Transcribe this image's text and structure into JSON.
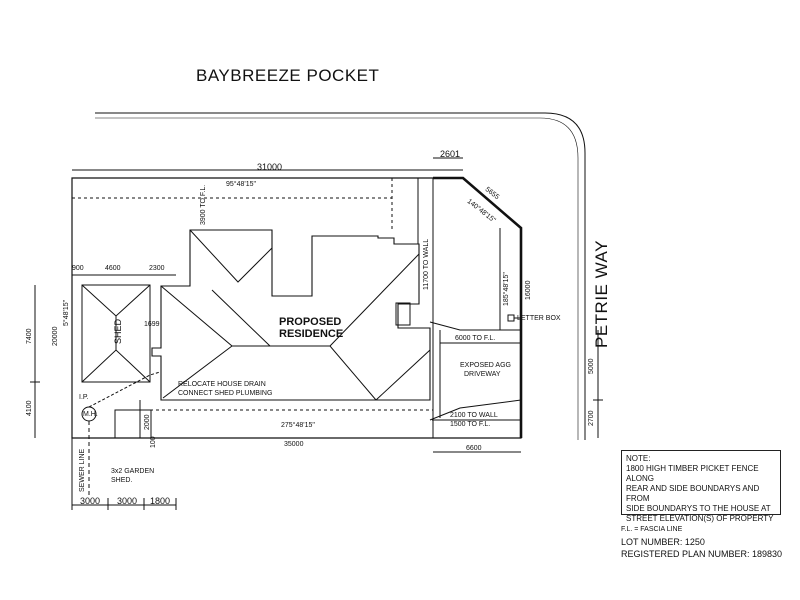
{
  "streets": {
    "north": "BAYBREEZE POCKET",
    "east": "PETRIE WAY"
  },
  "dimensions": {
    "top_boundary": "31000",
    "corner_top": "2601",
    "corner_splay": "5655",
    "bearing_top": "95°48'15\"",
    "bearing_splay": "140°48'15\"",
    "bearing_east": "185°48'15\"",
    "bearing_west": "5°48'15\"",
    "bearing_south": "275°48'15\"",
    "front_setback": "3900 TO F.L.",
    "side_to_wall": "11700 TO WALL",
    "east_16000": "16000",
    "west_20000": "20000",
    "d900": "900",
    "d4600": "4600",
    "d2300": "2300",
    "d1699": "1699",
    "d7400": "7400",
    "d4100": "4100",
    "d6000": "6000 TO F.L.",
    "d2100": "2100 TO WALL",
    "d1500": "1500 TO F.L.",
    "d35000": "35000",
    "d6600": "6600",
    "d5000": "5000",
    "d2700": "2700",
    "d2000": "2000",
    "d100": "100",
    "bottom_3000a": "3000",
    "bottom_3000b": "3000",
    "bottom_1800": "1800"
  },
  "labels": {
    "residence_line1": "PROPOSED",
    "residence_line2": "RESIDENCE",
    "shed": "SHED",
    "letter_box": "LETTER BOX",
    "driveway_line1": "EXPOSED AGG",
    "driveway_line2": "DRIVEWAY",
    "relocate_line1": "RELOCATE HOUSE DRAIN",
    "relocate_line2": "CONNECT SHED PLUMBING",
    "ip": "I.P.",
    "mh": "M.H.",
    "garden_shed_line1": "3x2 GARDEN",
    "garden_shed_line2": "SHED.",
    "sewer_line": "SEWER LINE"
  },
  "note": {
    "title": "NOTE:",
    "line1": "1800 HIGH TIMBER PICKET FENCE ALONG",
    "line2": "REAR AND SIDE BOUNDARYS AND FROM",
    "line3": "SIDE BOUNDARYS TO THE HOUSE AT",
    "line4": "STREET ELEVATION(S) OF PROPERTY"
  },
  "footer": {
    "fl_legend": "F.L. = FASCIA LINE",
    "lot": "LOT NUMBER: 1250",
    "plan": "REGISTERED PLAN NUMBER: 189830"
  },
  "colors": {
    "ink": "#111111",
    "paper": "#ffffff"
  }
}
